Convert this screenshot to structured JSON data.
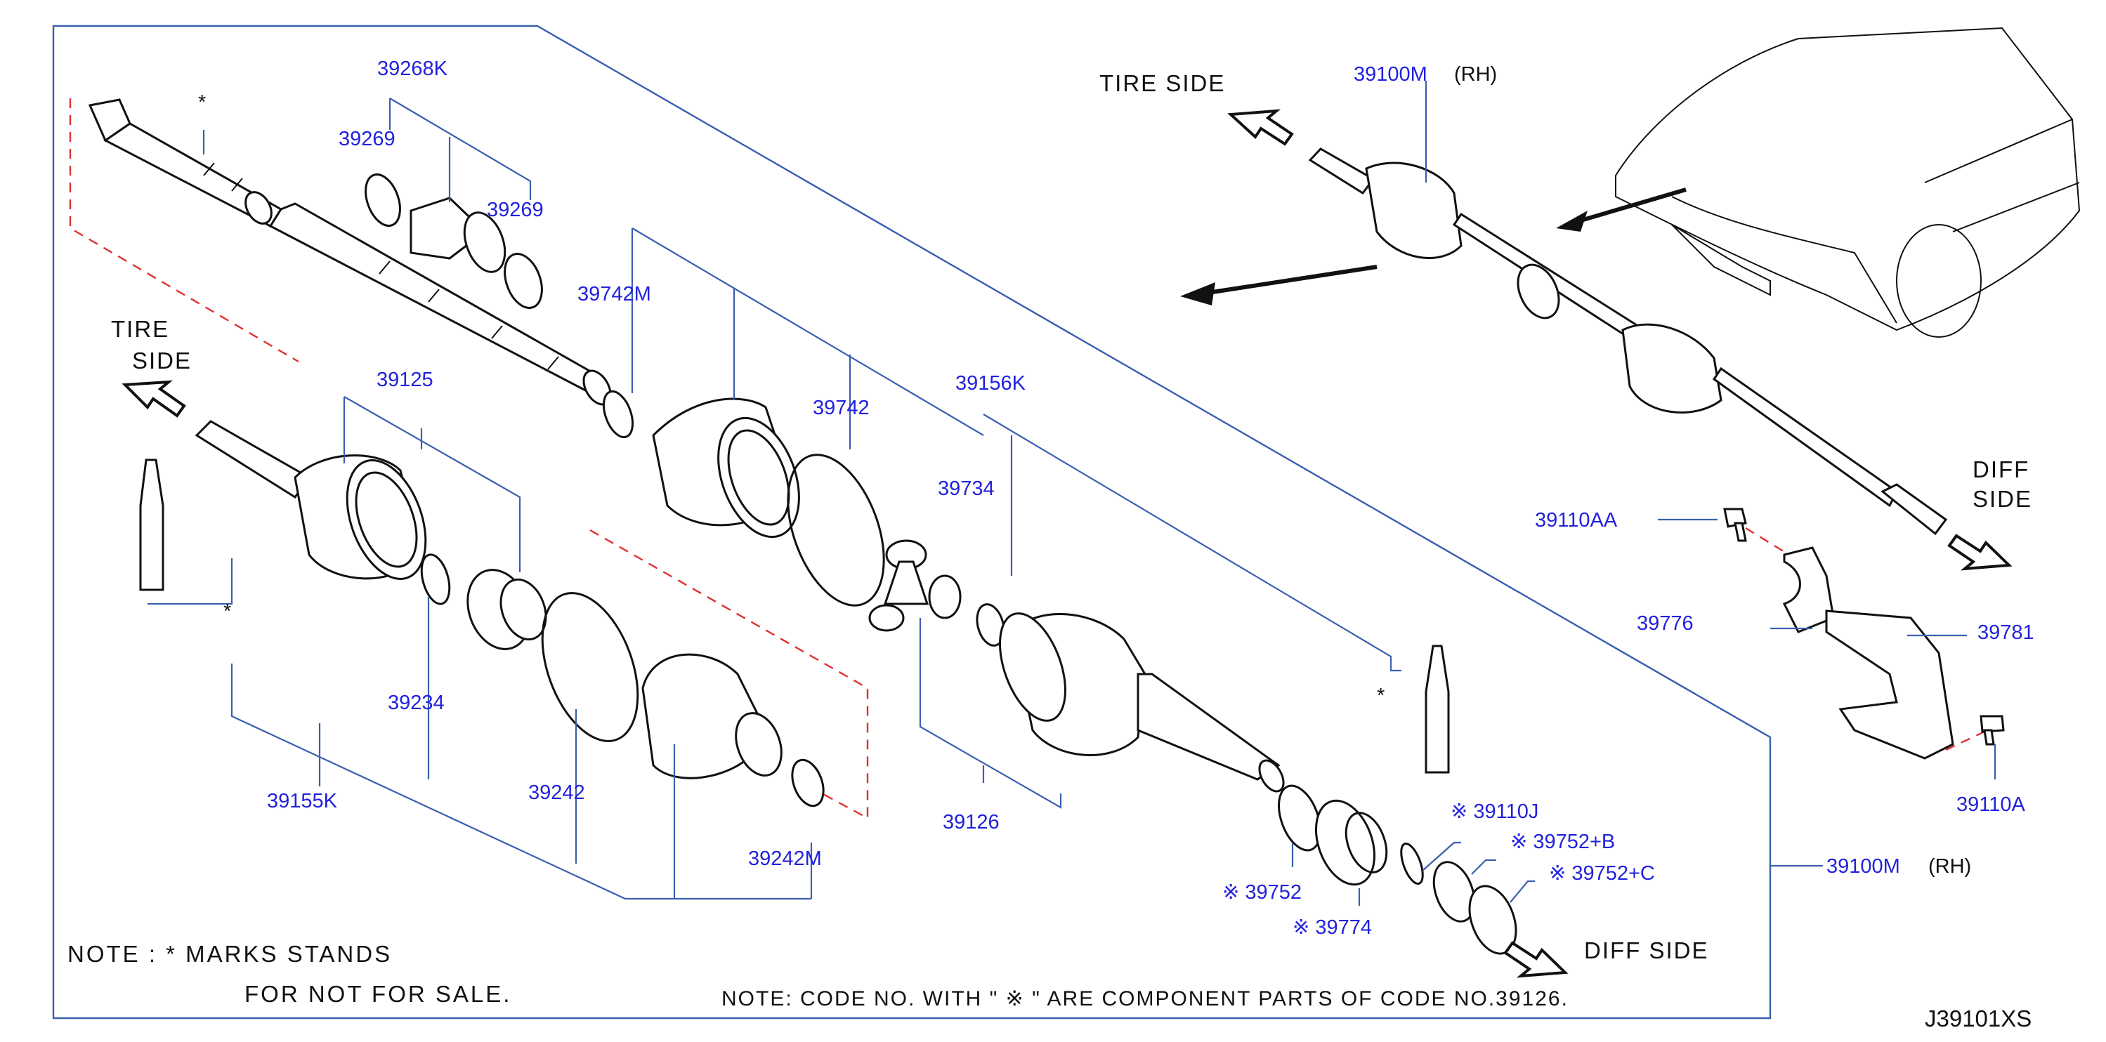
{
  "diagram": {
    "code": "J39101XS",
    "labels": {
      "p39268K": "39268K",
      "p39269a": "39269",
      "p39269b": "39269",
      "p39742M": "39742M",
      "p39742": "39742",
      "p39156K": "39156K",
      "p39734": "39734",
      "p39125": "39125",
      "p39234": "39234",
      "p39155K": "39155K",
      "p39242": "39242",
      "p39242M": "39242M",
      "p39126": "39126",
      "p39752": "※ 39752",
      "p39774": "※ 39774",
      "p39110J": "※ 39110J",
      "p39752B": "※ 39752+B",
      "p39752C": "※ 39752+C",
      "p39100M_top": "39100M",
      "rh_top": "(RH)",
      "p39100M_side": "39100M",
      "rh_side": "(RH)",
      "p39110AA": "39110AA",
      "p39776": "39776",
      "p39781": "39781",
      "p39110A": "39110A",
      "star1": "*",
      "star2": "*",
      "star3": "*"
    },
    "directions": {
      "tire_side_left_1": "TIRE",
      "tire_side_left_2": "SIDE",
      "tire_side_top": "TIRE   SIDE",
      "diff_side_right_1": "DIFF",
      "diff_side_right_2": "SIDE",
      "diff_side_bottom": "DIFF   SIDE"
    },
    "notes": {
      "note1_line1": "NOTE  :  *   MARKS   STANDS",
      "note1_line2": "FOR   NOT   FOR   SALE.",
      "note2": "NOTE:  CODE  NO.  WITH  \"      ※ \"  ARE  COMPONENT  PARTS  OF  CODE  NO.39126."
    }
  }
}
